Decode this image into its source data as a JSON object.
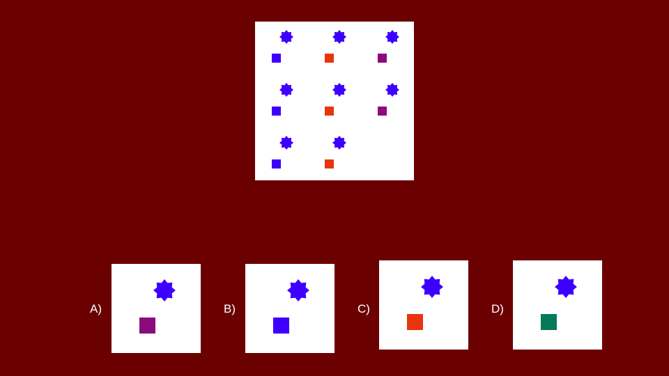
{
  "matrix": {
    "cells": [
      {
        "star_color": "#3d00ff",
        "square_color": "#3d00ff"
      },
      {
        "star_color": "#3d00ff",
        "square_color": "#e8350f"
      },
      {
        "star_color": "#3d00ff",
        "square_color": "#8b0a7e"
      },
      {
        "star_color": "#3d00ff",
        "square_color": "#3d00ff"
      },
      {
        "star_color": "#3d00ff",
        "square_color": "#e8350f"
      },
      {
        "star_color": "#3d00ff",
        "square_color": "#8b0a7e"
      },
      {
        "star_color": "#3d00ff",
        "square_color": "#3d00ff"
      },
      {
        "star_color": "#3d00ff",
        "square_color": "#e8350f"
      },
      null
    ]
  },
  "options": [
    {
      "label": "A)",
      "star_color": "#3d00ff",
      "square_color": "#8b0a7e"
    },
    {
      "label": "B)",
      "star_color": "#3d00ff",
      "square_color": "#3d00ff"
    },
    {
      "label": "C)",
      "star_color": "#3d00ff",
      "square_color": "#e8350f"
    },
    {
      "label": "D)",
      "star_color": "#3d00ff",
      "square_color": "#047a5b"
    }
  ],
  "colors": {
    "background": "#6b0000",
    "panel": "#ffffff"
  }
}
